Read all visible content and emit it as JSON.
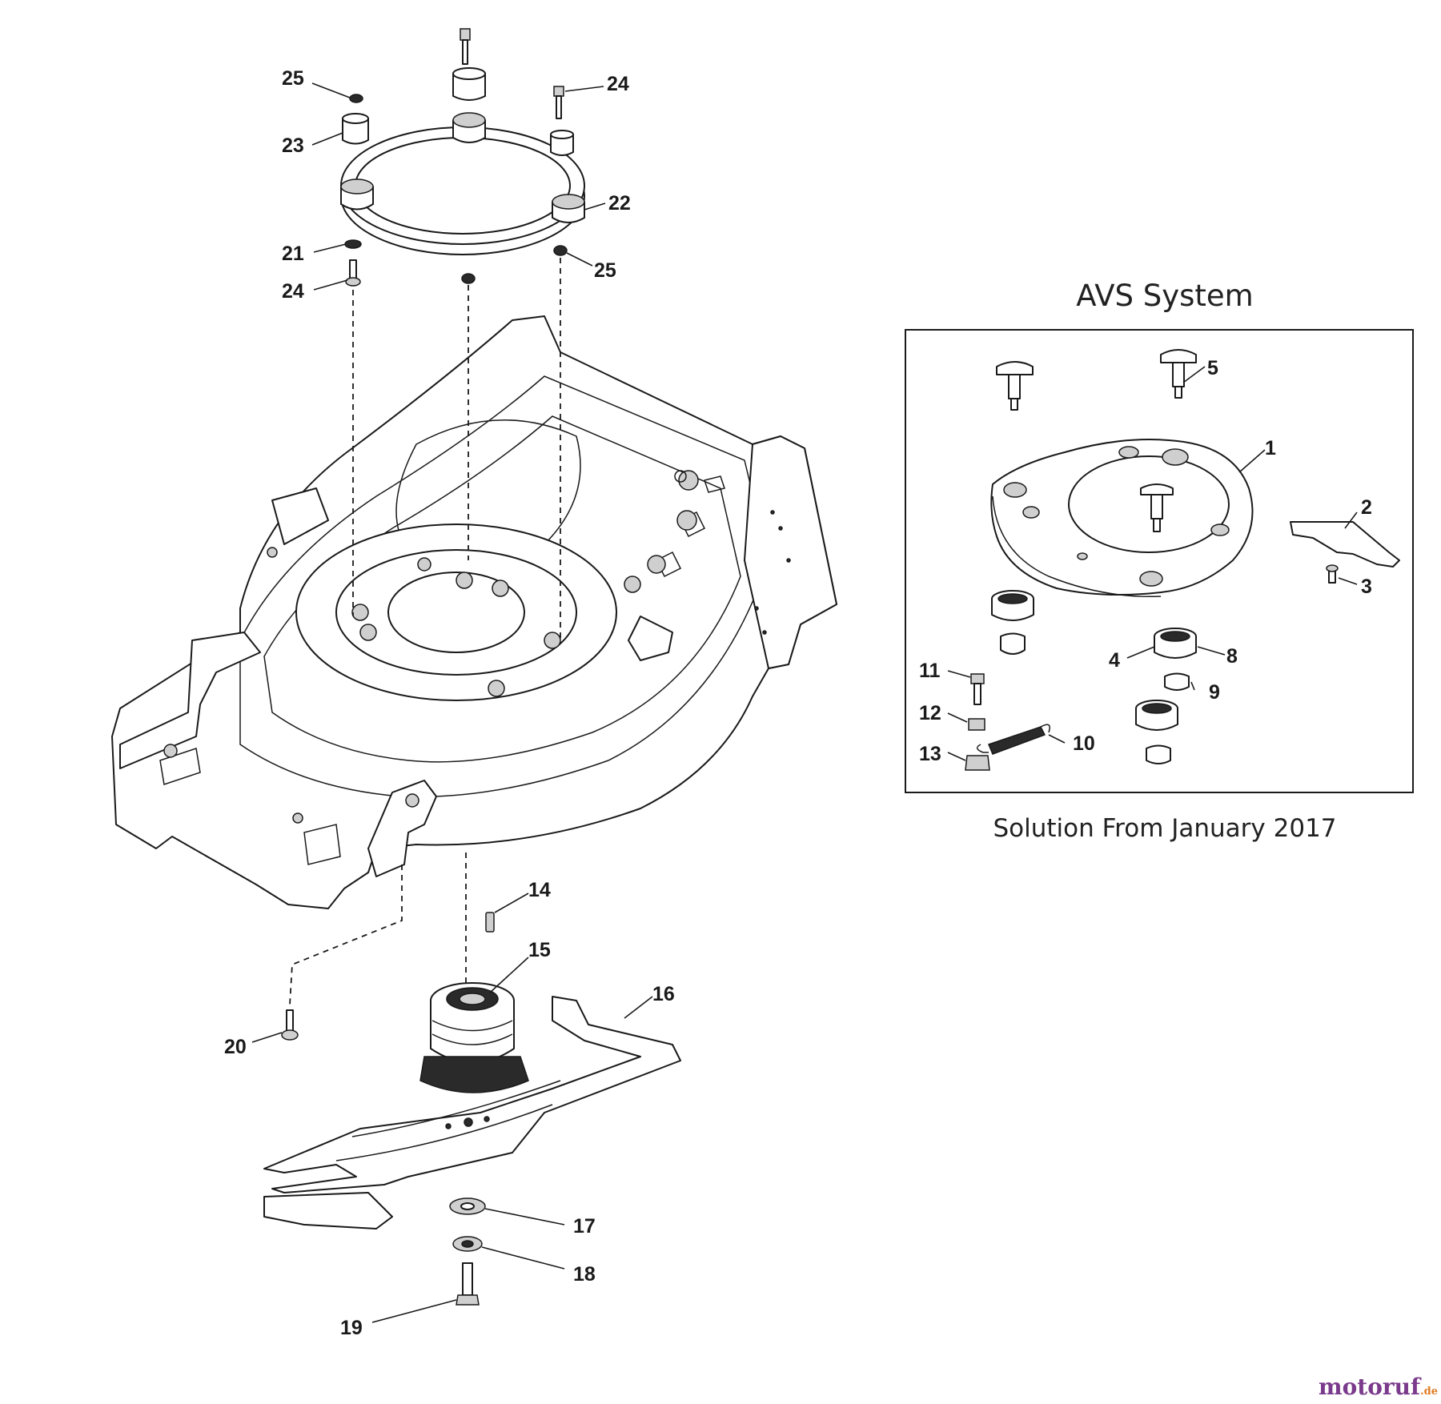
{
  "avs": {
    "title": "AVS System",
    "caption": "Solution From January 2017"
  },
  "watermark": {
    "main": "motoruf",
    "suffix": ".de"
  },
  "callouts": {
    "c25a": "25",
    "c24a": "24",
    "c23": "23",
    "c22": "22",
    "c21": "21",
    "c25b": "25",
    "c24b": "24",
    "c14": "14",
    "c15": "15",
    "c16": "16",
    "c20": "20",
    "c17": "17",
    "c18": "18",
    "c19": "19",
    "c5": "5",
    "c1": "1",
    "c2": "2",
    "c3": "3",
    "c4": "4",
    "c8": "8",
    "c9": "9",
    "c11": "11",
    "c12": "12",
    "c10": "10",
    "c13": "13"
  },
  "colors": {
    "line": "#1a1a1a",
    "watermark_main": "#7b3b8c",
    "watermark_accent": "#e07a1f"
  }
}
